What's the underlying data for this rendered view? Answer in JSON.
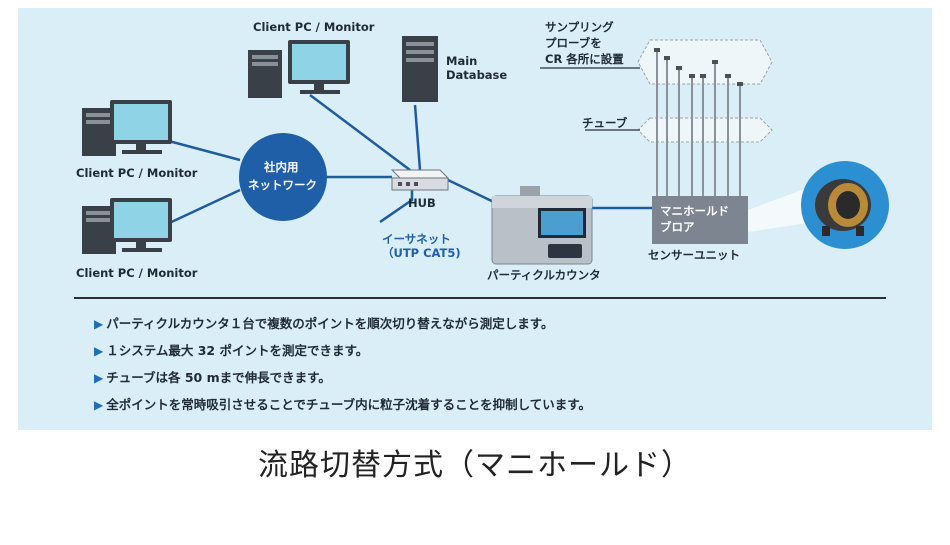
{
  "labels": {
    "client_pc_top": "Client PC / Monitor",
    "client_pc_left1": "Client PC / Monitor",
    "client_pc_left2": "Client PC / Monitor",
    "main_database_line1": "Main",
    "main_database_line2": "Database",
    "network_line1": "社内用",
    "network_line2": "ネットワーク",
    "hub": "HUB",
    "ethernet_line1": "イーサネット",
    "ethernet_line2": "（UTP CAT5)",
    "particle_counter": "パーティクルカウンタ",
    "sensor_unit": "センサーユニット",
    "manifold_line1": "マニホールド",
    "manifold_line2": "ブロア",
    "tube": "チューブ",
    "probe_line1": "サンプリング",
    "probe_line2": "プローブを",
    "probe_line3": "CR 各所に設置"
  },
  "bullets": [
    "パーティクルカウンタ１台で複数のポイントを順次切り替えながら測定します。",
    "１システム最大 32 ポイントを測定できます。",
    "チューブは各 50 mまで伸長できます。",
    "全ポイントを常時吸引させることでチューブ内に粒子沈着することを抑制しています。"
  ],
  "bullet_marker": "▶",
  "caption": "流路切替方式（マニホールド）",
  "colors": {
    "panel_bg": "#d9eef6",
    "network_blue": "#1f5fa8",
    "line_blue": "#1f5c9e",
    "manifold_gray": "#7d8591",
    "bullet_blue": "#1f6fb8"
  }
}
